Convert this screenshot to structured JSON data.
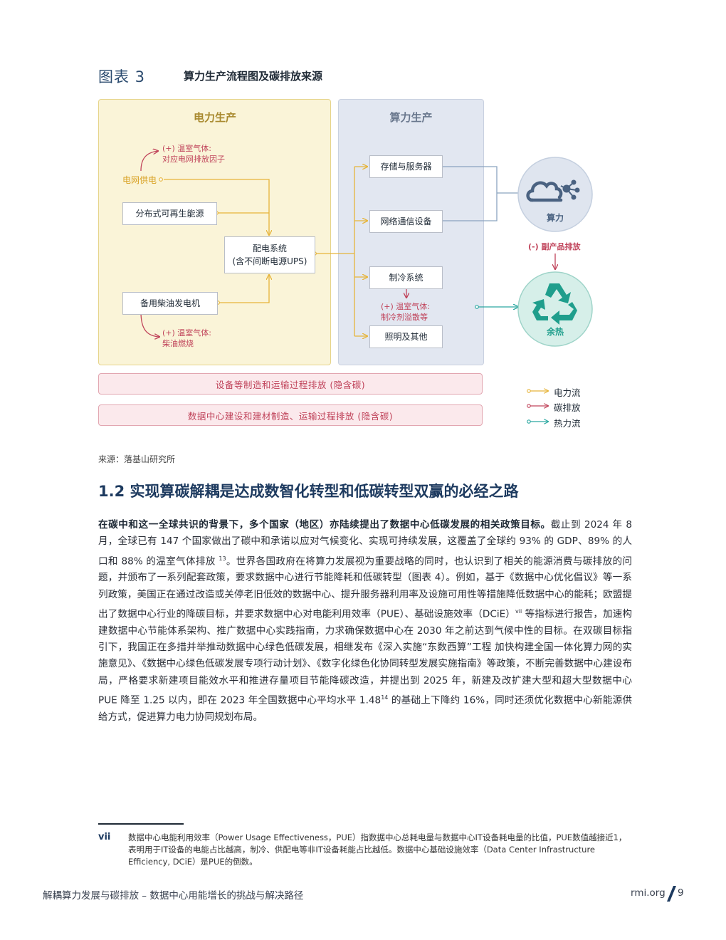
{
  "figure": {
    "label": "图表 3",
    "title": "算力生产流程图及碳排放来源",
    "power_panel_title": "电力生产",
    "compute_panel_title": "算力生产",
    "grid_emission_line1": "(+) 温室气体:",
    "grid_emission_line2": "对应电网排放因子",
    "grid_supply": "电网供电",
    "distributed_renewable": "分布式可再生能源",
    "distribution_line1": "配电系统",
    "distribution_line2": "(含不间断电源UPS)",
    "diesel_generator": "备用柴油发电机",
    "diesel_emission_line1": "(+) 温室气体:",
    "diesel_emission_line2": "柴油燃烧",
    "storage_servers": "存储与服务器",
    "network_equipment": "网络通信设备",
    "cooling_system": "制冷系统",
    "refrigerant_line1": "(+) 温室气体:",
    "refrigerant_line2": "制冷剂溢散等",
    "lighting_other": "照明及其他",
    "compute_label": "算力",
    "byproduct": "(-) 副产品排放",
    "waste_heat": "余热",
    "bar1": "设备等制造和运输过程排放 (隐含碳)",
    "bar2": "数据中心建设和建材制造、运输过程排放  (隐含碳)",
    "legend": {
      "power_flow": "电力流",
      "carbon_emission": "碳排放",
      "heat_flow": "热力流"
    },
    "colors": {
      "power": "#e6b43a",
      "carbon": "#c0435a",
      "heat": "#2aa7a0",
      "compute_circle": "#dfe5ef",
      "compute_icon": "#4a6281",
      "recycle": "#1f9e8c"
    }
  },
  "source": "来源：落基山研究所",
  "section_title": "1.2 实现算碳解耦是达成数智化转型和低碳转型双赢的必经之路",
  "paragraph": {
    "lead": "在碳中和这一全球共识的背景下，多个国家（地区）亦陆续提出了数据中心低碳发展的相关政策目标。",
    "p1": "截止到 2024 年 8 月，全球已有 147 个国家做出了碳中和承诺以应对气候变化、实现可持续发展，这覆盖了全球约 93% 的 GDP、89% 的人口和 88% 的温室气体排放 ",
    "sup13": "13",
    "p2": "。世界各国政府在将算力发展视为重要战略的同时，也认识到了相关的能源消费与碳排放的问题，并颁布了一系列配套政策，要求数据中心进行节能降耗和低碳转型（图表 4）。例如，基于《数据中心优化倡议》等一系列政策，美国正在通过改造或关停老旧低效的数据中心、提升服务器利用率及设施可用性等措施降低数据中心的能耗；欧盟提出了数据中心行业的降碳目标，并要求数据中心对电能利用效率（PUE）、基础设施效率（DCiE）",
    "supvii": "vii",
    "p3": " 等指标进行报告，加速构建数据中心节能体系架构、推广数据中心实践指南，力求确保数据中心在 2030 年之前达到气候中性的目标。在双碳目标指引下，我国正在多措并举推动数据中心绿色低碳发展，相继发布《深入实施“东数西算”工程 加快构建全国一体化算力网的实施意见》、《数据中心绿色低碳发展专项行动计划》、《数字化绿色化协同转型发展实施指南》等政策，不断完善数据中心建设布局，严格要求新建项目能效水平和推进存量项目节能降碳改造，并提出到 2025 年，新建及改扩建大型和超大型数据中心 PUE 降至 1.25 以内，即在 2023 年全国数据中心平均水平 1.48",
    "sup14": "14",
    "p4": " 的基础上下降约 16%，同时还须优化数据中心新能源供给方式，促进算力电力协同规划布局。"
  },
  "footnote": {
    "mark": "vii",
    "text": "数据中心电能利用效率（Power Usage Effectiveness，PUE）指数据中心总耗电量与数据中心IT设备耗电量的比值，PUE数值越接近1，表明用于IT设备的电能占比越高，制冷、供配电等非IT设备耗能占比越低。数据中心基础设施效率（Data Center Infrastructure Efficiency, DCiE）是PUE的倒数。"
  },
  "footer": {
    "title": "解耦算力发展与碳排放 – 数据中心用能增长的挑战与解决路径",
    "site": "rmi.org",
    "page": "9"
  }
}
